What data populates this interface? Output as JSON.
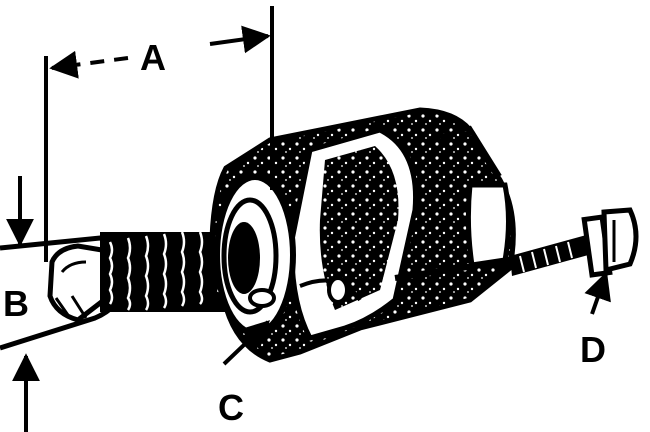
{
  "figure": {
    "labels": {
      "a": "A",
      "b": "B",
      "c": "C",
      "d": "D"
    },
    "colors": {
      "ink": "#000000",
      "paper": "#ffffff"
    }
  }
}
